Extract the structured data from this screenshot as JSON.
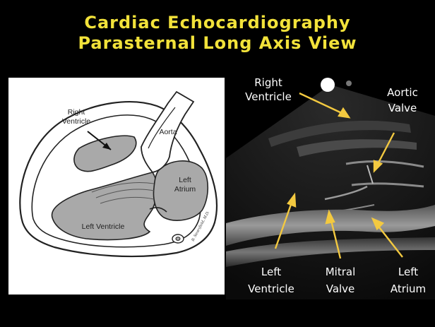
{
  "title": {
    "line1": "Cardiac Echocardiography",
    "line2": "Parasternal Long Axis View"
  },
  "diagram": {
    "right_ventricle": [
      "Right",
      "Ventricle"
    ],
    "aorta": "Aorta",
    "left_atrium": [
      "Left",
      "Atrium"
    ],
    "left_ventricle": "Left Ventricle",
    "signature": "B. Stearsfield, M.D."
  },
  "echo": {
    "right_ventricle": [
      "Right",
      "Ventricle"
    ],
    "aortic_valve": [
      "Aortic",
      "Valve"
    ],
    "left_ventricle": [
      "Left",
      "Ventricle"
    ],
    "mitral_valve": [
      "Mitral",
      "Valve"
    ],
    "left_atrium": [
      "Left",
      "Atrium"
    ]
  },
  "colors": {
    "title": "#f2e23a",
    "arrow": "#f3c940",
    "label": "#ffffff",
    "chamber": "#a9a9a9"
  }
}
